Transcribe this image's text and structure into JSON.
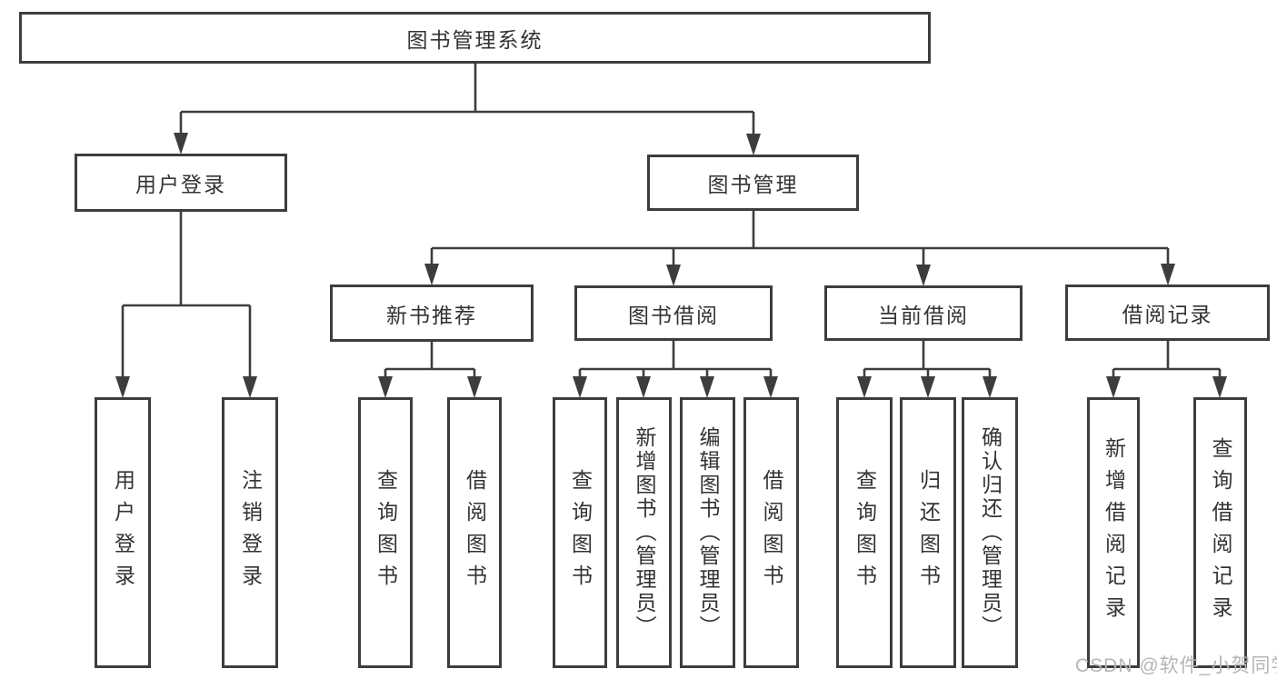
{
  "diagram": {
    "root": {
      "label": "图书管理系统"
    },
    "branches": {
      "user_login": {
        "label": "用户登录"
      },
      "book_mgmt": {
        "label": "图书管理"
      }
    },
    "modules": {
      "new_book_rec": {
        "label": "新书推荐"
      },
      "book_borrow": {
        "label": "图书借阅"
      },
      "current_borrow": {
        "label": "当前借阅"
      },
      "borrow_records": {
        "label": "借阅记录"
      }
    },
    "leaves": {
      "user_login_leaf": {
        "label": "用户登录"
      },
      "user_logout": {
        "label": "注销登录"
      },
      "rec_query_books": {
        "label": "查询图书"
      },
      "rec_borrow_books": {
        "label": "借阅图书"
      },
      "bb_query_books": {
        "label": "查询图书"
      },
      "bb_add_book_admin": {
        "label": "新增图书（管理员）"
      },
      "bb_edit_book_admin": {
        "label": "编辑图书（管理员）"
      },
      "bb_borrow_books": {
        "label": "借阅图书"
      },
      "cb_query_books": {
        "label": "查询图书"
      },
      "cb_return_books": {
        "label": "归还图书"
      },
      "cb_confirm_return_admin": {
        "label": "确认归还（管理员）"
      },
      "br_add_record": {
        "label": "新增借阅记录"
      },
      "br_query_record": {
        "label": "查询借阅记录"
      }
    }
  },
  "watermark": {
    "text": "CSDN @软件_小贺同学"
  },
  "colors": {
    "line": "#3d3d3d",
    "border": "#3d3d3d",
    "text": "#333333",
    "watermark": "#b5b5b5",
    "background": "#ffffff"
  }
}
